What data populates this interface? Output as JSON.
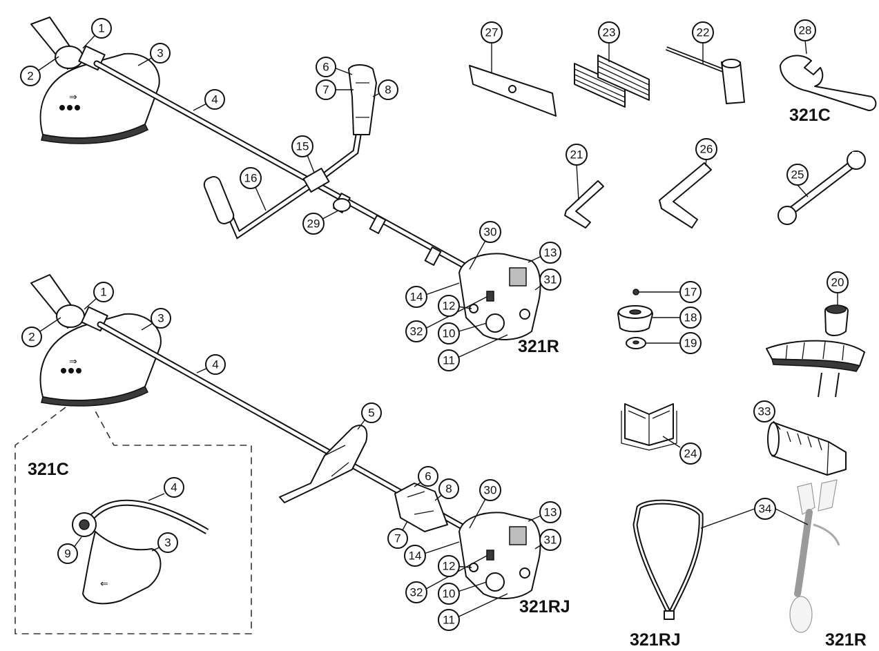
{
  "model_labels": {
    "top_right_wrench": "321C",
    "upper_unit": "321R",
    "inset": "321C",
    "lower_unit": "321RJ",
    "harness_left": "321RJ",
    "harness_right": "321R"
  },
  "callouts": {
    "u1": "1",
    "u2": "2",
    "u3": "3",
    "u4": "4",
    "u6": "6",
    "u7": "7",
    "u8": "8",
    "u15": "15",
    "u16": "16",
    "u29": "29",
    "u30": "30",
    "u13": "13",
    "u31": "31",
    "u14": "14",
    "u12": "12",
    "u32": "32",
    "u10": "10",
    "u11": "11",
    "l1": "1",
    "l2": "2",
    "l3": "3",
    "l4": "4",
    "l5": "5",
    "l6": "6",
    "l8": "8",
    "l7": "7",
    "l30": "30",
    "l13": "13",
    "l31": "31",
    "l14": "14",
    "l12": "12",
    "l32": "32",
    "l10": "10",
    "l11": "11",
    "i4": "4",
    "i9": "9",
    "i3": "3",
    "a27": "27",
    "a23": "23",
    "a22": "22",
    "a28": "28",
    "a21": "21",
    "a26": "26",
    "a25": "25",
    "a17": "17",
    "a18": "18",
    "a19": "19",
    "a20": "20",
    "a24": "24",
    "a33": "33",
    "a34": "34"
  }
}
